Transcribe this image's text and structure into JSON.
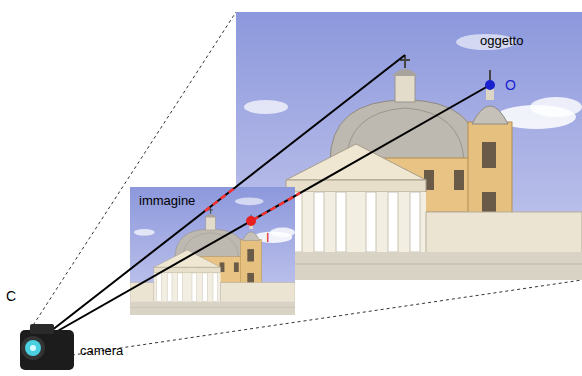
{
  "diagram": {
    "nodes": [
      {
        "text": [
          "oggetto"
        ]
      },
      {
        "text": [
          "immagine"
        ]
      }
    ],
    "labels": [
      "O",
      "I",
      "C",
      "camera"
    ]
  }
}
